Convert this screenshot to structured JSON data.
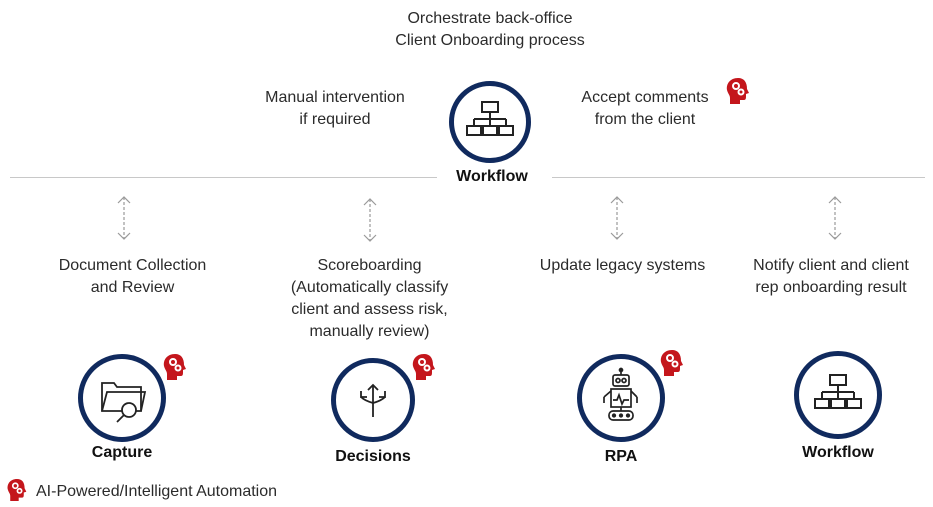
{
  "title": "Orchestrate back-office\nClient Onboarding process",
  "top": {
    "left_note": "Manual intervention\nif required",
    "right_note": "Accept comments\nfrom the client",
    "hub_label": "Workflow",
    "hub_icon": "workflow-hierarchy-icon"
  },
  "steps": [
    {
      "description": "Document Collection\nand Review",
      "label": "Capture",
      "icon": "folder-search-icon",
      "ai": true
    },
    {
      "description": "Scoreboarding\n(Automatically classify\nclient and assess risk,\nmanually review)",
      "label": "Decisions",
      "icon": "decision-arrows-icon",
      "ai": true
    },
    {
      "description": "Update legacy systems",
      "label": "RPA",
      "icon": "robot-icon",
      "ai": true
    },
    {
      "description": "Notify client and client\nrep  onboarding result",
      "label": "Workflow",
      "icon": "workflow-hierarchy-icon",
      "ai": false
    }
  ],
  "legend": {
    "text": "AI-Powered/Intelligent Automation",
    "icon": "ai-head-gears-icon"
  },
  "colors": {
    "circle_border": "#102a5e",
    "ai_badge": "#c4161c",
    "divider": "#c8c8c8",
    "arrow": "#9a9a9a"
  }
}
